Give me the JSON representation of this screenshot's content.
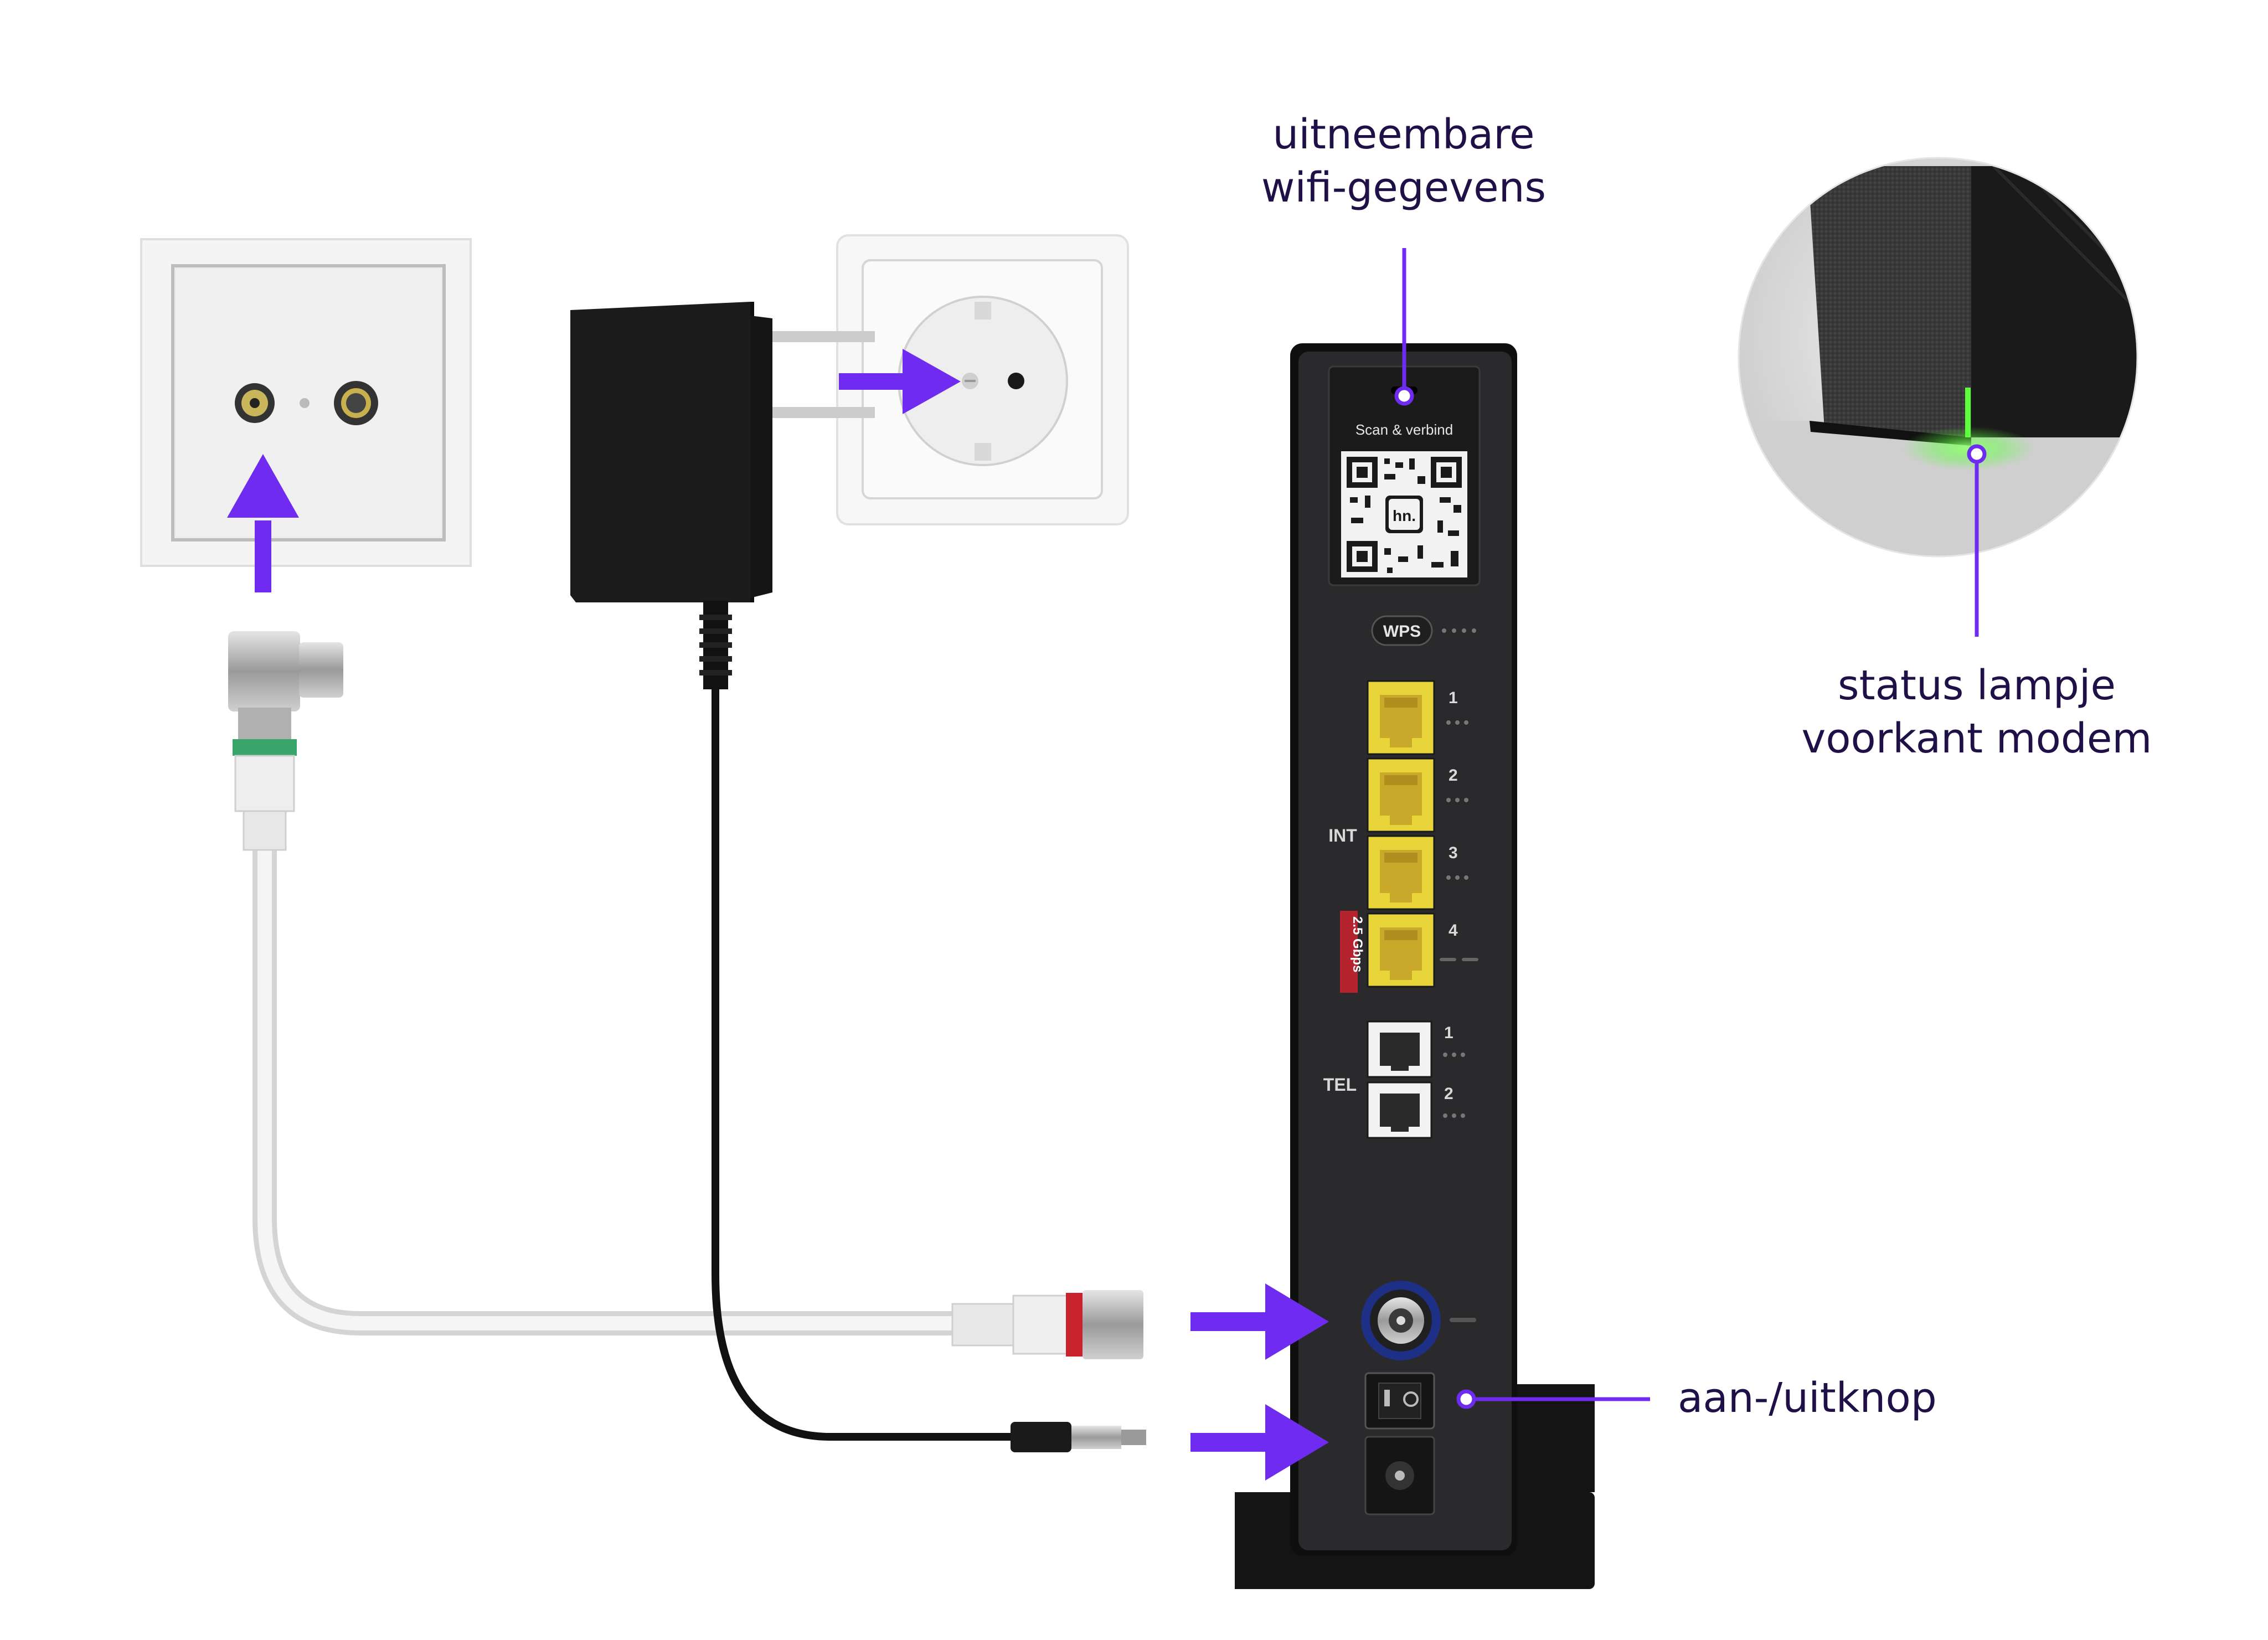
{
  "colors": {
    "accent_purple": "#6f2cf0",
    "label_navy": "#1f1147",
    "port_yellow": "#e8d53a",
    "router_body": "#2a2a2c",
    "coax_red": "#c8232c",
    "coax_green": "#3aa56a",
    "status_led_green": "#5bff3c"
  },
  "callouts": {
    "wifi_card": {
      "line1": "uitneembare",
      "line2": "wifi-gegevens"
    },
    "status_led": {
      "line1": "status lampje",
      "line2": "voorkant modem"
    },
    "power_switch": {
      "text": "aan-/uitknop"
    }
  },
  "router": {
    "qr_caption": "Scan & verbind",
    "qr_logo": "hn.",
    "wps_label": "WPS",
    "int_label": "INT",
    "speed_badge": "2.5 Gbps",
    "tel_label": "TEL",
    "int_ports": [
      "1",
      "2",
      "3",
      "4"
    ],
    "tel_ports": [
      "1",
      "2"
    ]
  },
  "icons": {
    "arrows": "arrow-right-icon / arrow-up-icon",
    "qr": "qr-code-icon"
  }
}
